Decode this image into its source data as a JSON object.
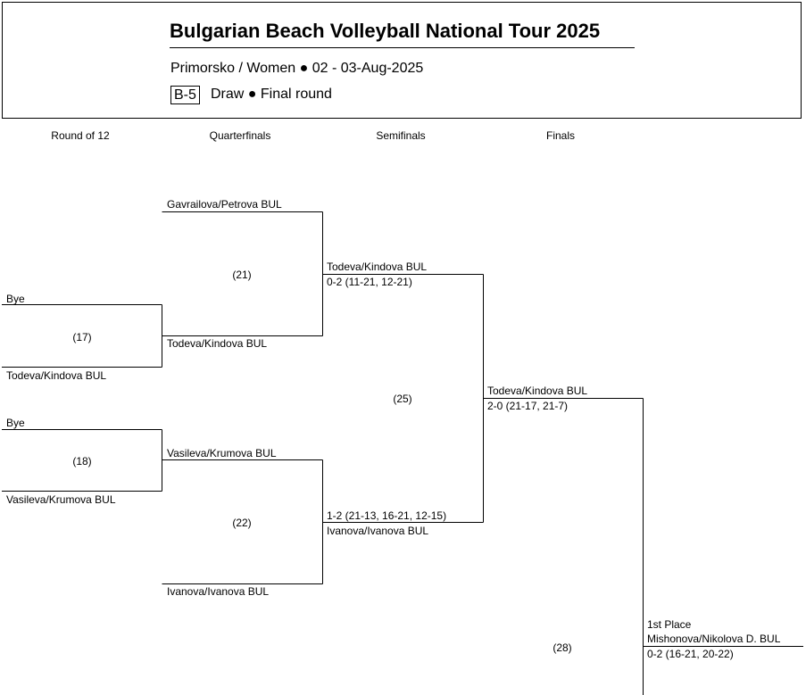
{
  "header": {
    "title": "Bulgarian Beach Volleyball National Tour 2025",
    "subtitle": "Primorsko / Women ● 02 - 03-Aug-2025",
    "code": "B-5",
    "draw": "Draw ● Final round"
  },
  "rounds": [
    "Round of 12",
    "Quarterfinals",
    "Semifinals",
    "Finals"
  ],
  "bracket": {
    "round_of_12": [
      {
        "top": "Bye",
        "bottom": "Todeva/Kindova BUL",
        "match": "(17)"
      },
      {
        "top": "Bye",
        "bottom": "Vasileva/Krumova BUL",
        "match": "(18)"
      }
    ],
    "quarterfinals": [
      {
        "top": "Gavrailova/Petrova BUL",
        "bottom": "Todeva/Kindova BUL",
        "match": "(21)"
      },
      {
        "top": "Vasileva/Krumova BUL",
        "bottom": "Ivanova/Ivanova BUL",
        "match": "(22)"
      }
    ],
    "semifinals": {
      "match": "(25)",
      "top": {
        "team": "Todeva/Kindova BUL",
        "score": "0-2 (11-21, 12-21)"
      },
      "bottom": {
        "score": "1-2 (21-13, 16-21, 12-15)",
        "team": "Ivanova/Ivanova BUL"
      }
    },
    "finals": {
      "winner": {
        "team": "Todeva/Kindova BUL",
        "score": "2-0 (21-17, 21-7)"
      },
      "match": "(28)",
      "place": {
        "label": "1st Place",
        "team": "Mishonova/Nikolova D. BUL",
        "score": "0-2 (16-21, 20-22)"
      }
    }
  }
}
